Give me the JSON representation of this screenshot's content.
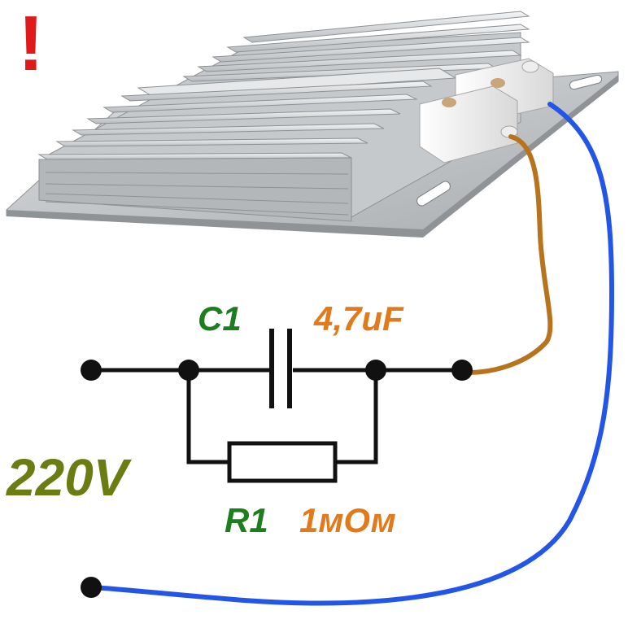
{
  "warning_mark": "!",
  "capacitor": {
    "ref": "C1",
    "value": "4,7uF"
  },
  "resistor": {
    "ref": "R1",
    "value": "1мОм"
  },
  "supply": {
    "voltage": "220V"
  },
  "colors": {
    "warning": "#e0191b",
    "component_ref": "#1e7d1e",
    "component_value": "#e07a1a",
    "voltage": "#6b7d12",
    "wire_blue": "#2355e6",
    "wire_brown": "#b8741c",
    "circuit": "#111111"
  },
  "icons": [
    "heater-with-fins",
    "terminal-block",
    "capacitor-symbol",
    "resistor-symbol"
  ]
}
